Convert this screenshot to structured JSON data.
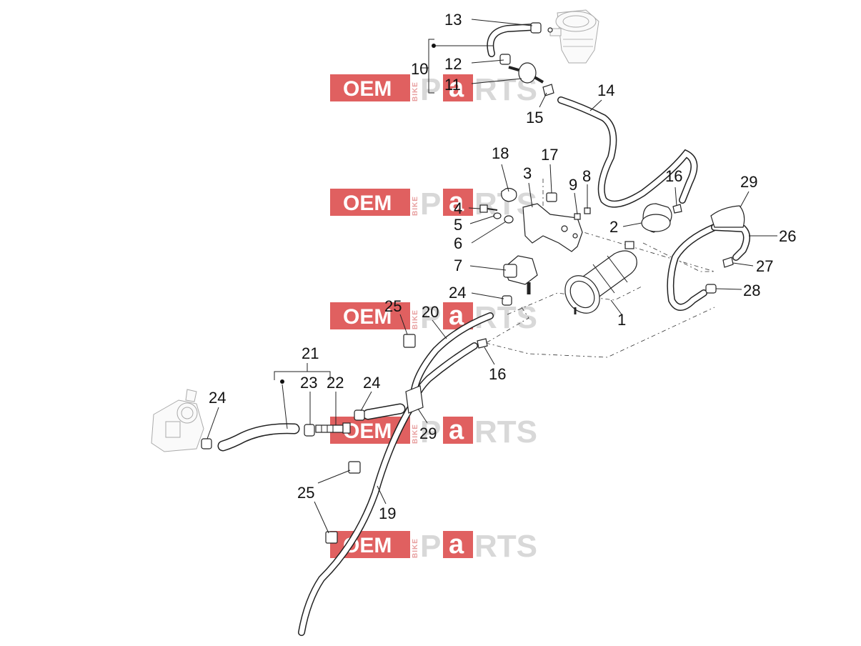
{
  "watermark": {
    "oem": "OEM",
    "bike": "BIKE",
    "parts_p": "P",
    "parts_a": "a",
    "parts_rts": "RTS",
    "colors": {
      "red": "#e06060",
      "gray": "#d8d8d8"
    }
  },
  "callouts": [
    "13",
    "10",
    "12",
    "11",
    "14",
    "15",
    "18",
    "17",
    "3",
    "9",
    "8",
    "16",
    "29",
    "4",
    "5",
    "6",
    "2",
    "26",
    "7",
    "27",
    "24",
    "28",
    "25",
    "20",
    "1",
    "21",
    "16",
    "23",
    "22",
    "24",
    "24",
    "29",
    "25",
    "19"
  ]
}
